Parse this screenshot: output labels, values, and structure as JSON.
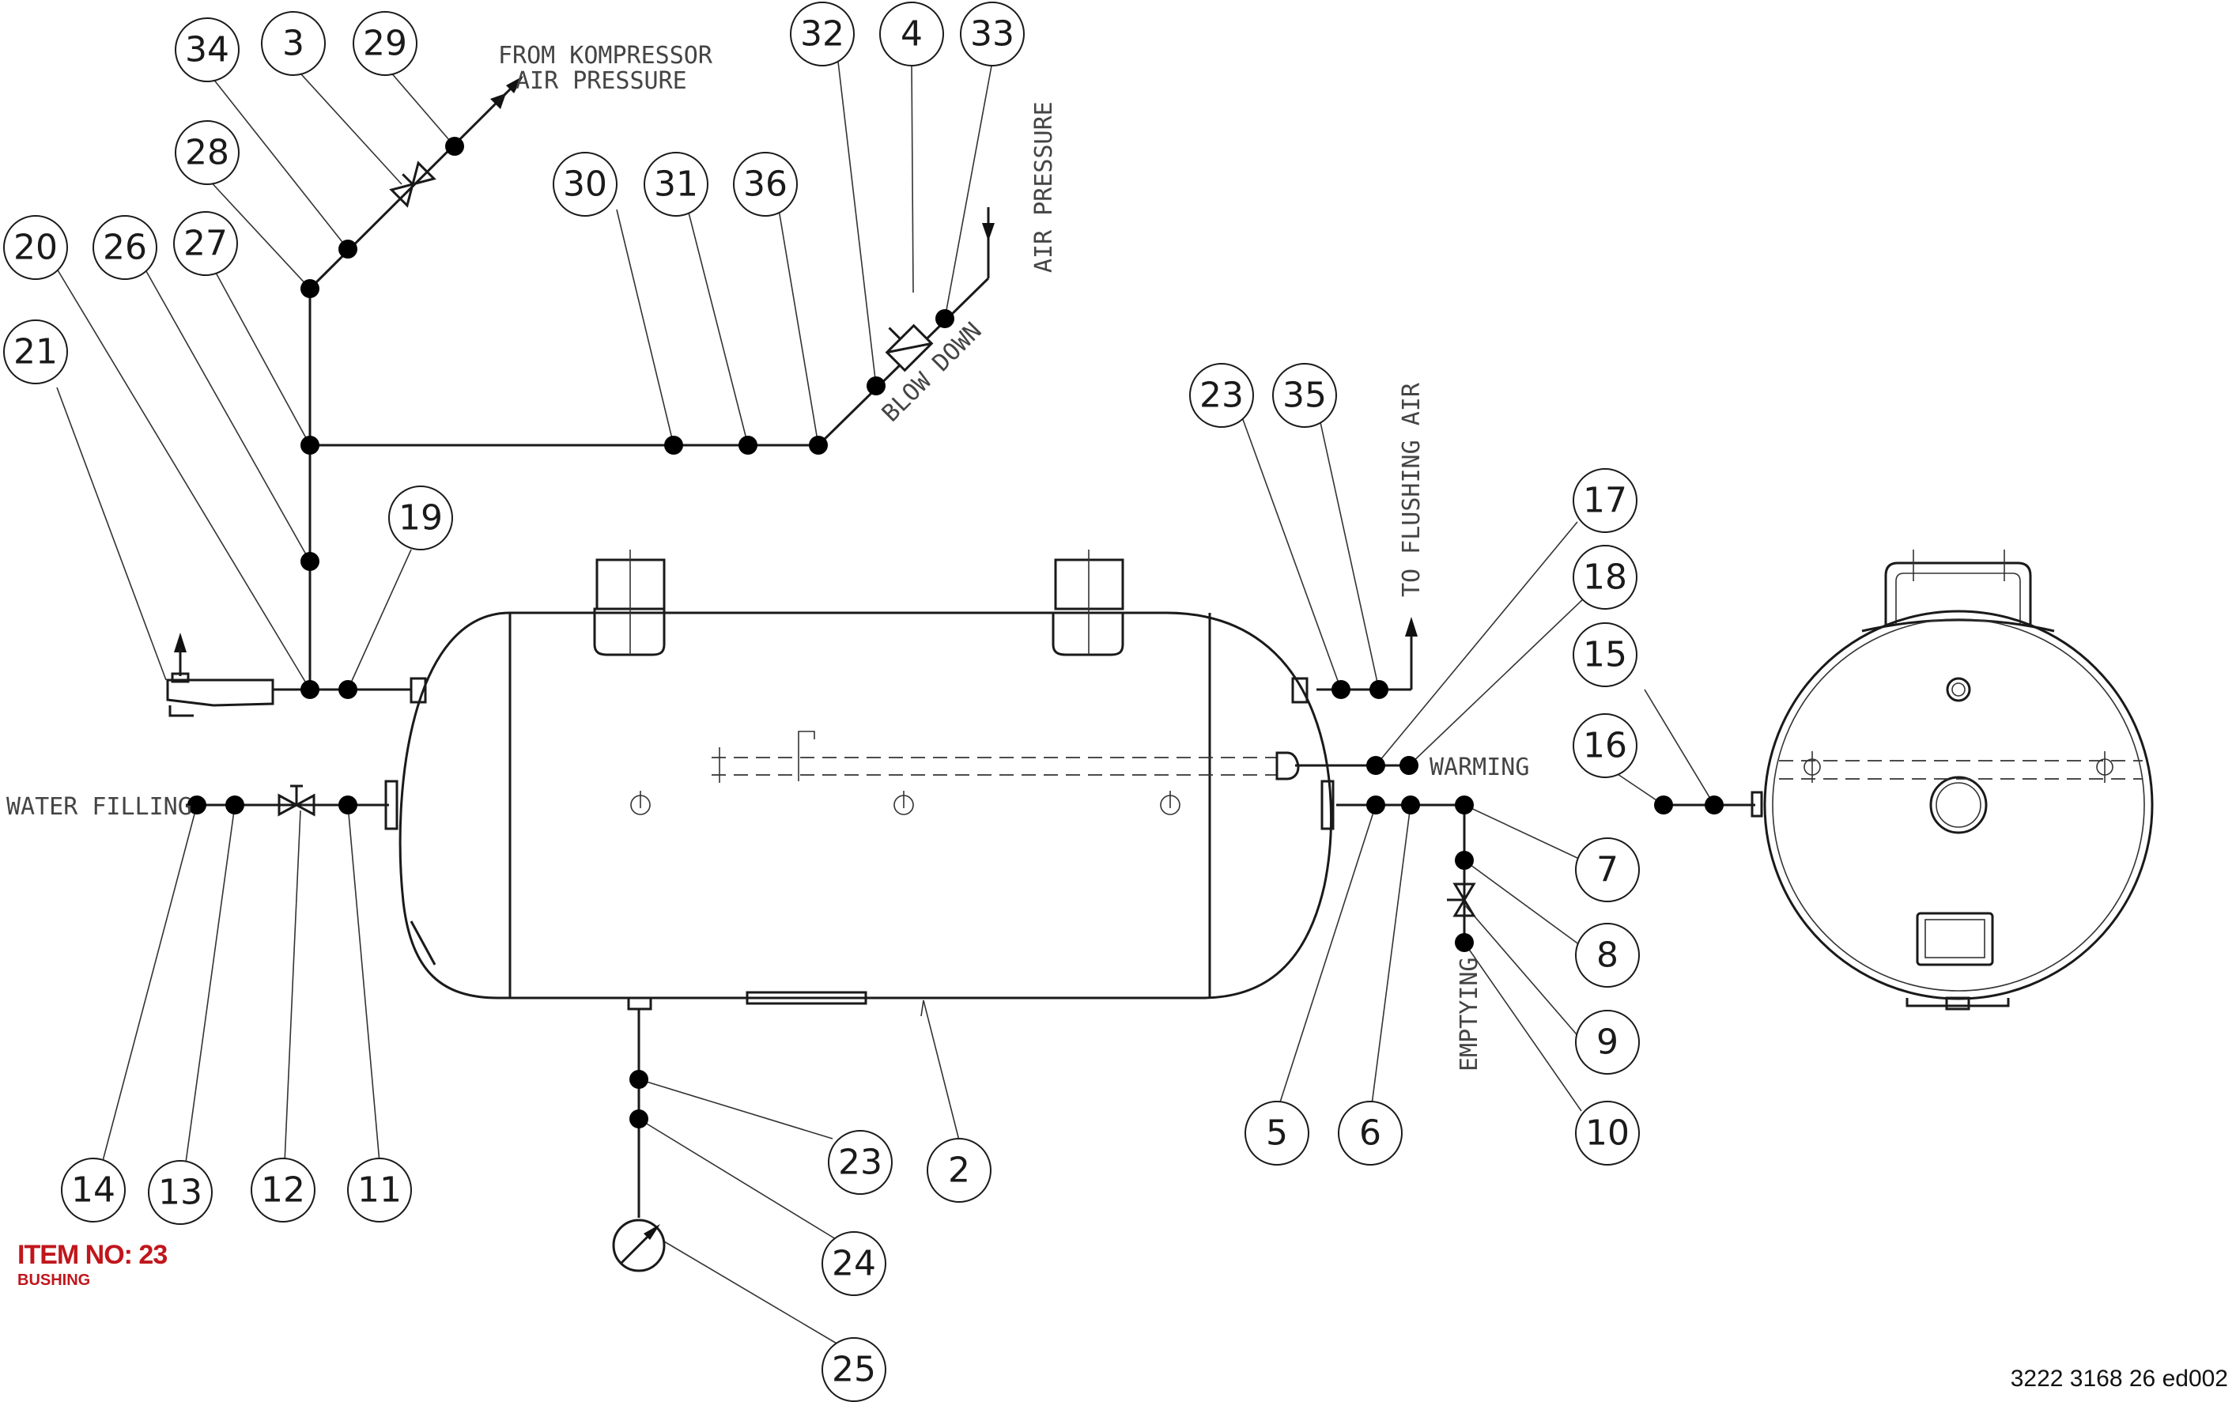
{
  "labels": {
    "from_kompressor": "FROM KOMPRESSOR",
    "air_pressure_1": "AIR PRESSURE",
    "air_pressure_2": "AIR PRESSURE",
    "blow_down": "BLOW DOWN",
    "to_flushing_air": "TO FLUSHING AIR",
    "warming": "WARMING",
    "water_filling": "WATER FILLING",
    "emptying": "EMPTYING"
  },
  "item": {
    "number_text": "ITEM NO: 23",
    "description": "BUSHING"
  },
  "doc_number": "3222 3168 26 ed002",
  "bubbles": [
    {
      "id": "b34",
      "num": "34"
    },
    {
      "id": "b3",
      "num": "3"
    },
    {
      "id": "b29",
      "num": "29"
    },
    {
      "id": "b28",
      "num": "28"
    },
    {
      "id": "b20",
      "num": "20"
    },
    {
      "id": "b26",
      "num": "26"
    },
    {
      "id": "b27",
      "num": "27"
    },
    {
      "id": "b21",
      "num": "21"
    },
    {
      "id": "b19",
      "num": "19"
    },
    {
      "id": "b30",
      "num": "30"
    },
    {
      "id": "b31",
      "num": "31"
    },
    {
      "id": "b36",
      "num": "36"
    },
    {
      "id": "b32",
      "num": "32"
    },
    {
      "id": "b4",
      "num": "4"
    },
    {
      "id": "b33",
      "num": "33"
    },
    {
      "id": "b23a",
      "num": "23"
    },
    {
      "id": "b35",
      "num": "35"
    },
    {
      "id": "b17",
      "num": "17"
    },
    {
      "id": "b18",
      "num": "18"
    },
    {
      "id": "b15",
      "num": "15"
    },
    {
      "id": "b16",
      "num": "16"
    },
    {
      "id": "b7",
      "num": "7"
    },
    {
      "id": "b8",
      "num": "8"
    },
    {
      "id": "b9",
      "num": "9"
    },
    {
      "id": "b10",
      "num": "10"
    },
    {
      "id": "b5",
      "num": "5"
    },
    {
      "id": "b6",
      "num": "6"
    },
    {
      "id": "b14",
      "num": "14"
    },
    {
      "id": "b13",
      "num": "13"
    },
    {
      "id": "b12",
      "num": "12"
    },
    {
      "id": "b11",
      "num": "11"
    },
    {
      "id": "b23b",
      "num": "23"
    },
    {
      "id": "b2",
      "num": "2"
    },
    {
      "id": "b24",
      "num": "24"
    },
    {
      "id": "b25",
      "num": "25"
    }
  ]
}
